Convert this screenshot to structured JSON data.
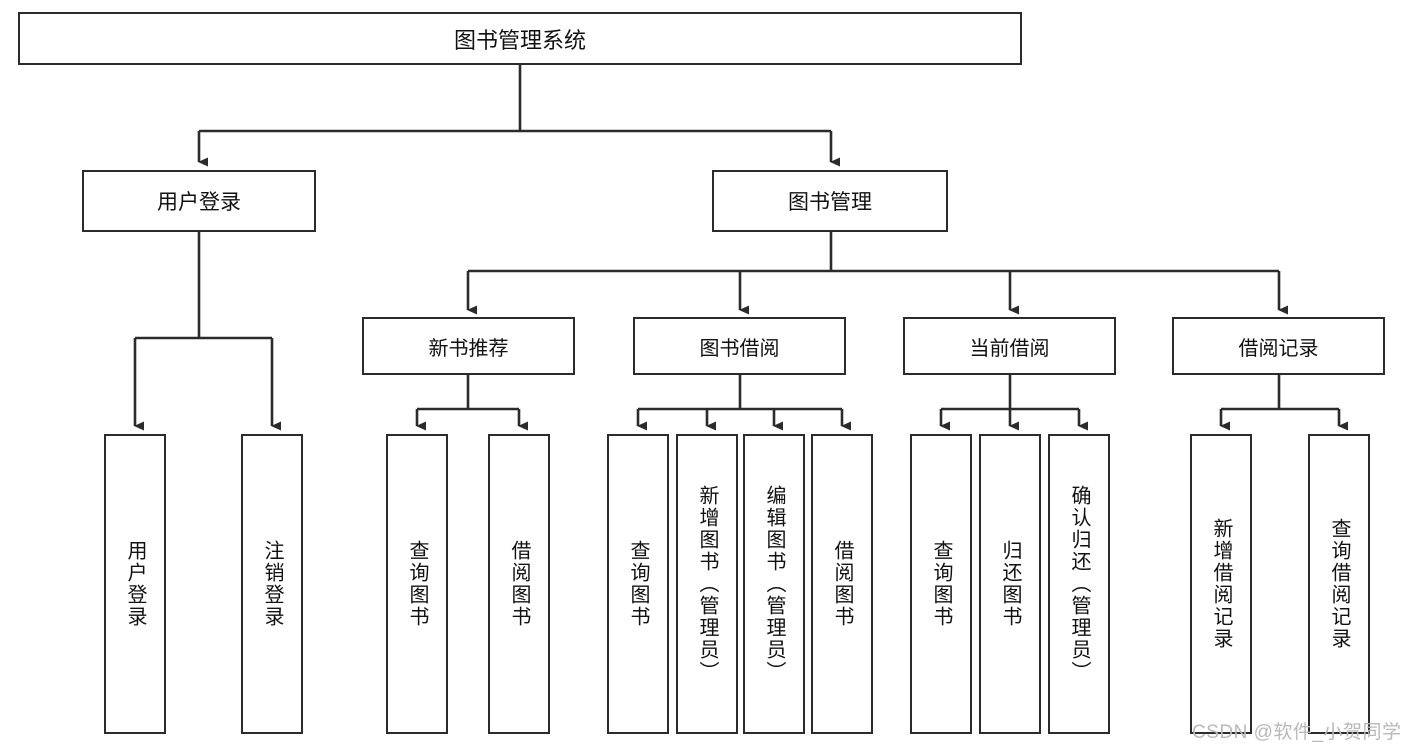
{
  "diagram": {
    "type": "tree",
    "title": "图书管理系统",
    "watermark": "CSDN @软件_小贺同学",
    "colors": {
      "stroke": "#2b2b2b",
      "fill": "#ffffff",
      "text": "#111111",
      "watermark": "#b9b9b9"
    },
    "nodes": {
      "root": {
        "label": "图书管理系统"
      },
      "level2": [
        {
          "id": "user-login",
          "label": "用户登录"
        },
        {
          "id": "book-manage",
          "label": "图书管理"
        }
      ],
      "level3": [
        {
          "id": "new-book-recommend",
          "label": "新书推荐"
        },
        {
          "id": "book-borrow",
          "label": "图书借阅"
        },
        {
          "id": "current-borrow",
          "label": "当前借阅"
        },
        {
          "id": "borrow-record",
          "label": "借阅记录"
        }
      ],
      "leaves": {
        "user_login": [
          {
            "id": "leaf-user-login",
            "label": "用户登录"
          },
          {
            "id": "leaf-logout",
            "label": "注销登录"
          }
        ],
        "new_book_recommend": [
          {
            "id": "leaf-query-book-1",
            "label": "查询图书"
          },
          {
            "id": "leaf-borrow-book-1",
            "label": "借阅图书"
          }
        ],
        "book_borrow": [
          {
            "id": "leaf-query-book-2",
            "label": "查询图书"
          },
          {
            "id": "leaf-add-book",
            "label": "新增图书（管理员）"
          },
          {
            "id": "leaf-edit-book",
            "label": "编辑图书（管理员）"
          },
          {
            "id": "leaf-borrow-book-2",
            "label": "借阅图书"
          }
        ],
        "current_borrow": [
          {
            "id": "leaf-query-book-3",
            "label": "查询图书"
          },
          {
            "id": "leaf-return-book",
            "label": "归还图书"
          },
          {
            "id": "leaf-confirm-return",
            "label": "确认归还（管理员）"
          }
        ],
        "borrow_record": [
          {
            "id": "leaf-add-record",
            "label": "新增借阅记录"
          },
          {
            "id": "leaf-query-record",
            "label": "查询借阅记录"
          }
        ]
      }
    },
    "edges": [
      {
        "from": "图书管理系统",
        "to": "用户登录"
      },
      {
        "from": "图书管理系统",
        "to": "图书管理"
      },
      {
        "from": "用户登录",
        "to": "用户登录"
      },
      {
        "from": "用户登录",
        "to": "注销登录"
      },
      {
        "from": "图书管理",
        "to": "新书推荐"
      },
      {
        "from": "图书管理",
        "to": "图书借阅"
      },
      {
        "from": "图书管理",
        "to": "当前借阅"
      },
      {
        "from": "图书管理",
        "to": "借阅记录"
      },
      {
        "from": "新书推荐",
        "to": "查询图书"
      },
      {
        "from": "新书推荐",
        "to": "借阅图书"
      },
      {
        "from": "图书借阅",
        "to": "查询图书"
      },
      {
        "from": "图书借阅",
        "to": "新增图书（管理员）"
      },
      {
        "from": "图书借阅",
        "to": "编辑图书（管理员）"
      },
      {
        "from": "图书借阅",
        "to": "借阅图书"
      },
      {
        "from": "当前借阅",
        "to": "查询图书"
      },
      {
        "from": "当前借阅",
        "to": "归还图书"
      },
      {
        "from": "当前借阅",
        "to": "确认归还（管理员）"
      },
      {
        "from": "借阅记录",
        "to": "新增借阅记录"
      },
      {
        "from": "借阅记录",
        "to": "查询借阅记录"
      }
    ]
  }
}
